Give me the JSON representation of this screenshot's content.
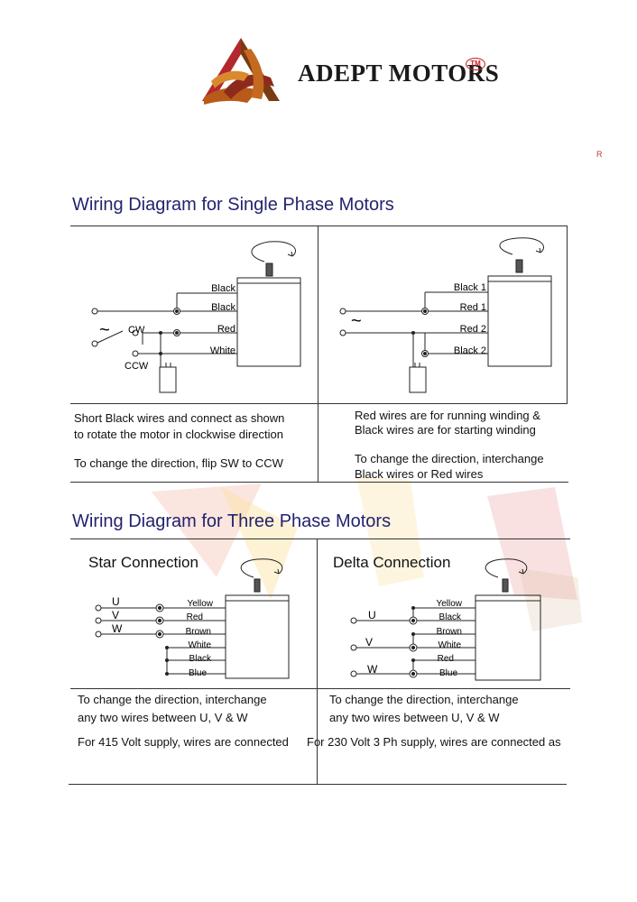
{
  "brand": {
    "name": "ADEPT MOTORS",
    "tm": "TM",
    "mark": "R"
  },
  "single_phase": {
    "title": "Wiring Diagram for Single Phase Motors",
    "left": {
      "wires": [
        "Black",
        "Black",
        "Red",
        "White"
      ],
      "ac_symbol": "~",
      "switch_cw": "CW",
      "switch_ccw": "CCW",
      "note_lines": [
        "Short Black wires and connect as shown",
        "to rotate the motor in clockwise direction"
      ],
      "note2": "To change the direction, flip SW to CCW"
    },
    "right": {
      "wires": [
        "Black 1",
        "Red 1",
        "Red 2",
        "Black 2"
      ],
      "ac_symbol": "~",
      "note_lines": [
        "Red wires are for running winding &",
        "Black wires are for starting winding"
      ],
      "note2_lines": [
        "To change the direction, interchange",
        "Black wires or Red wires"
      ]
    }
  },
  "three_phase": {
    "title": "Wiring Diagram for Three Phase Motors",
    "star": {
      "title": "Star Connection",
      "phases": [
        "U",
        "V",
        "W"
      ],
      "wires": [
        "Yellow",
        "Red",
        "Brown",
        "White",
        "Black",
        "Blue"
      ],
      "note_lines": [
        "To change the direction, interchange",
        "any two wires between U, V & W"
      ]
    },
    "delta": {
      "title": "Delta Connection",
      "phases": [
        "U",
        "V",
        "W"
      ],
      "wires": [
        "Yellow",
        "Black",
        "Brown",
        "White",
        "Red",
        "Blue"
      ],
      "note_lines": [
        "To change the direction, interchange",
        "any two wires between U, V & W"
      ]
    },
    "footer_left": "For 415 Volt supply, wires are connected",
    "footer_right": "For 230 Volt 3 Ph supply, wires are connected as"
  }
}
